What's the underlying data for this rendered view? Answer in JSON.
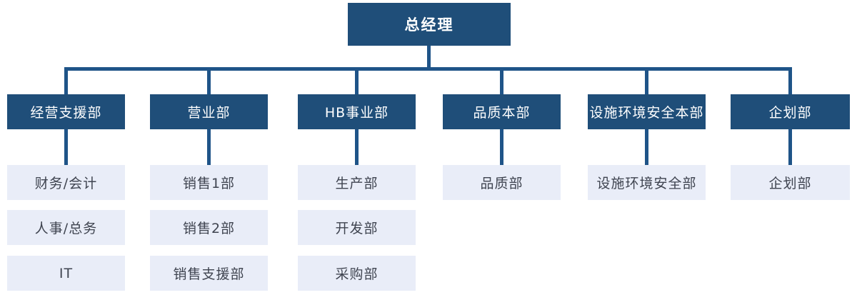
{
  "diagram": {
    "type": "org-chart",
    "root": {
      "label": "总经理"
    },
    "columns": [
      {
        "label": "经营支援部",
        "children": [
          "财务/会计",
          "人事/总务",
          "IT"
        ]
      },
      {
        "label": "营业部",
        "children": [
          "销售1部",
          "销售2部",
          "销售支援部"
        ]
      },
      {
        "label": "HB事业部",
        "children": [
          "生产部",
          "开发部",
          "采购部"
        ]
      },
      {
        "label": "品质本部",
        "children": [
          "品质部"
        ]
      },
      {
        "label": "设施环境安全本部",
        "children": [
          "设施环境安全部"
        ]
      },
      {
        "label": "企划部",
        "children": [
          "企划部"
        ]
      }
    ],
    "colors": {
      "node_fill": "#1F4E79",
      "node_text": "#FFFFFF",
      "connector": "#1F5488",
      "child_fill": "#E9EDF8",
      "child_text": "#3F4450",
      "background": "#FFFFFF"
    }
  }
}
